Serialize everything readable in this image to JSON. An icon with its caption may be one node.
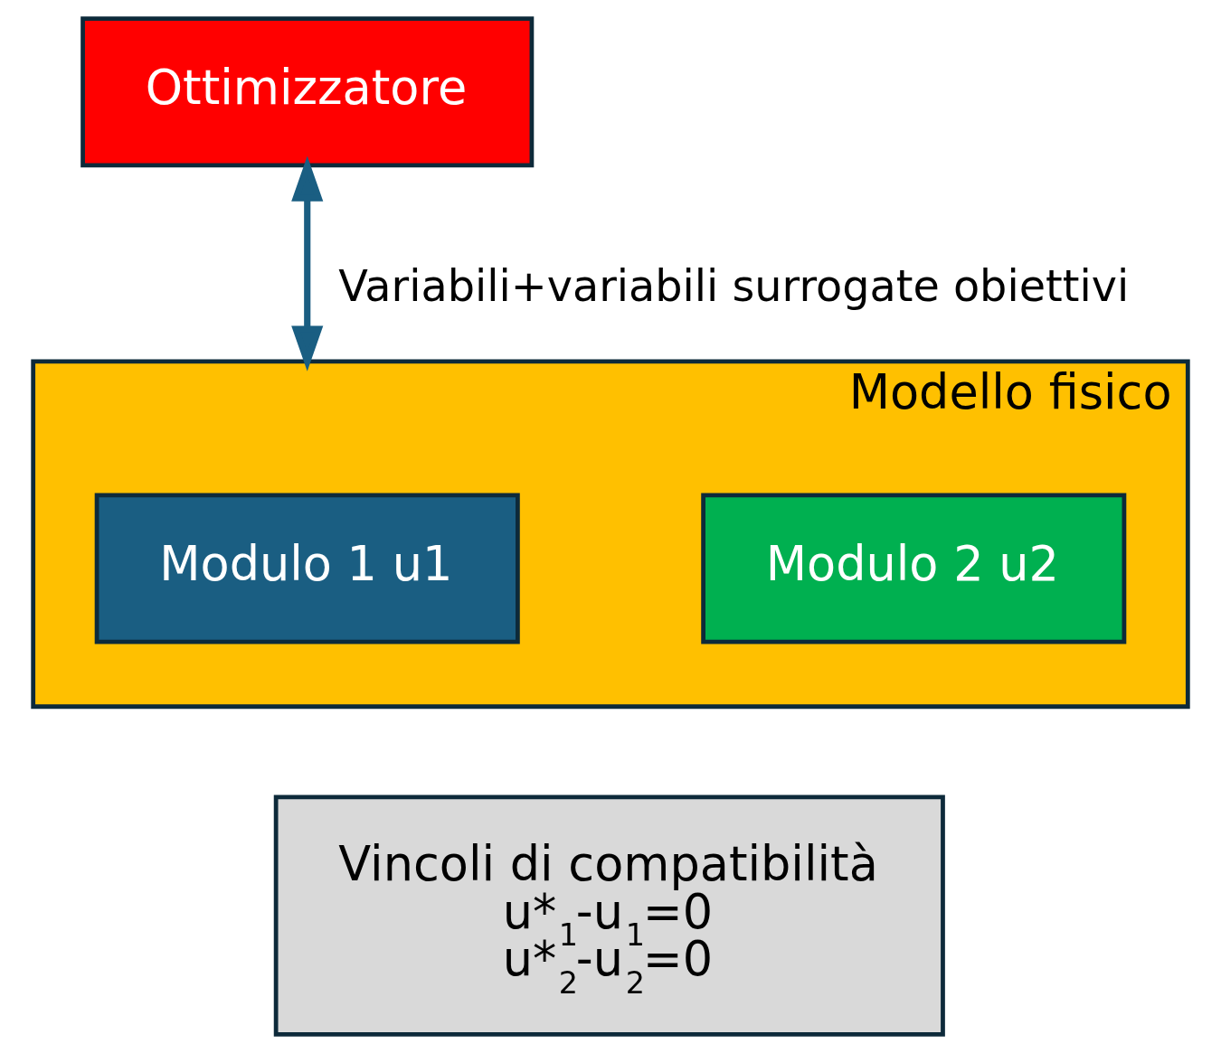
{
  "diagram": {
    "nodes": [
      {
        "text": [
          "Ottimizzatore"
        ]
      },
      {
        "text": [
          "Modello fisico"
        ]
      },
      {
        "text": [
          "Modulo 1 u1"
        ],
        "in": 1
      },
      {
        "text": [
          "Modulo 2 u2"
        ],
        "in": 1
      },
      {
        "text": [
          "Vincoli di compatibilità",
          "u*$_{1}$-u$_{1}$=0",
          "u*$_{2}$-u$_{2}$=0"
        ]
      }
    ],
    "edges": [
      {
        "from": 0,
        "to": 1,
        "arrow": "both",
        "label": "Variabili+variabili surrogate obiettivi"
      }
    ]
  }
}
